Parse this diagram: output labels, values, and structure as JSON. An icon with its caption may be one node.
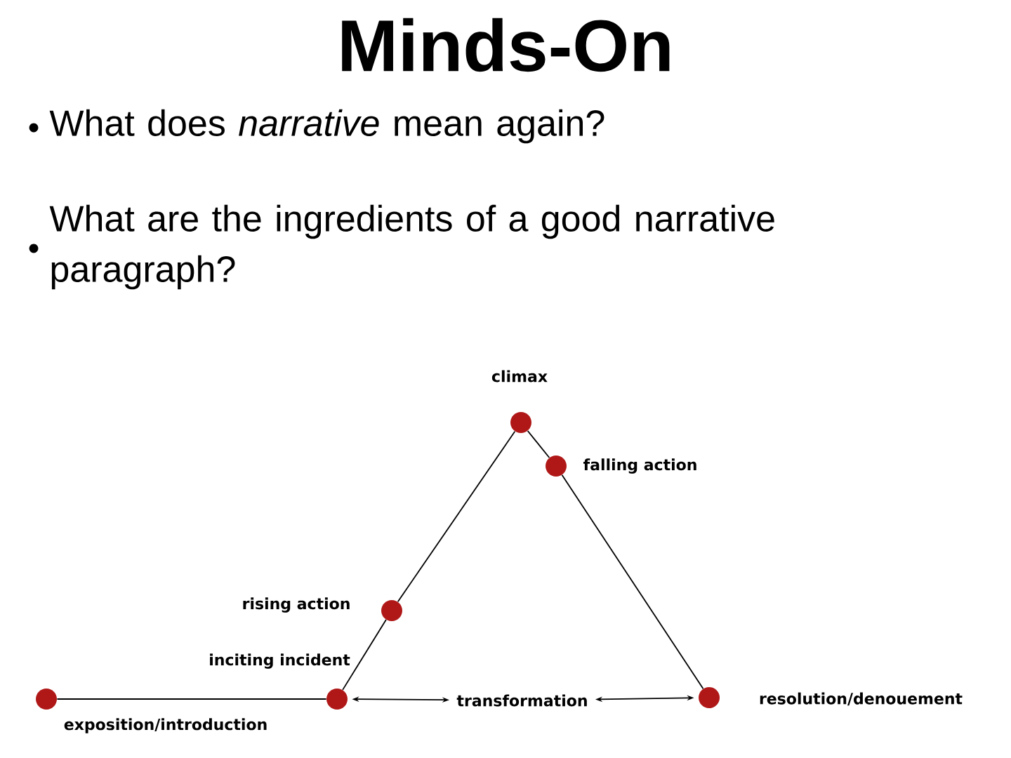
{
  "diagram": {
    "title": "Minds-On",
    "nodes": [
      {
        "text": [],
        "shape": "circle",
        "beside": [
          "exposition/introduction"
        ]
      },
      {
        "text": [],
        "shape": "circle",
        "beside": [
          "inciting incident"
        ]
      },
      {
        "text": [],
        "shape": "circle",
        "beside": [
          "rising action"
        ]
      },
      {
        "text": [],
        "shape": "circle",
        "beside": [
          "climax"
        ]
      },
      {
        "text": [],
        "shape": "circle",
        "beside": [
          "falling action"
        ]
      },
      {
        "text": [],
        "shape": "circle",
        "beside": [
          "resolution/denouement"
        ]
      },
      {
        "text": [
          "transformation"
        ]
      }
    ],
    "edges": [
      {
        "from": 0,
        "to": 1,
        "arrow": "none"
      },
      {
        "from": 1,
        "to": 2,
        "arrow": "none"
      },
      {
        "from": 2,
        "to": 3,
        "arrow": "none"
      },
      {
        "from": 3,
        "to": 4,
        "arrow": "none"
      },
      {
        "from": 4,
        "to": 5,
        "arrow": "none"
      },
      {
        "from": 6,
        "to": 1,
        "arrow": "both"
      },
      {
        "from": 6,
        "to": 5,
        "arrow": "both"
      }
    ],
    "labels": [
      "What does *narrative* mean again?",
      "What are the ingredients of a good narrative paragraph?"
    ]
  }
}
